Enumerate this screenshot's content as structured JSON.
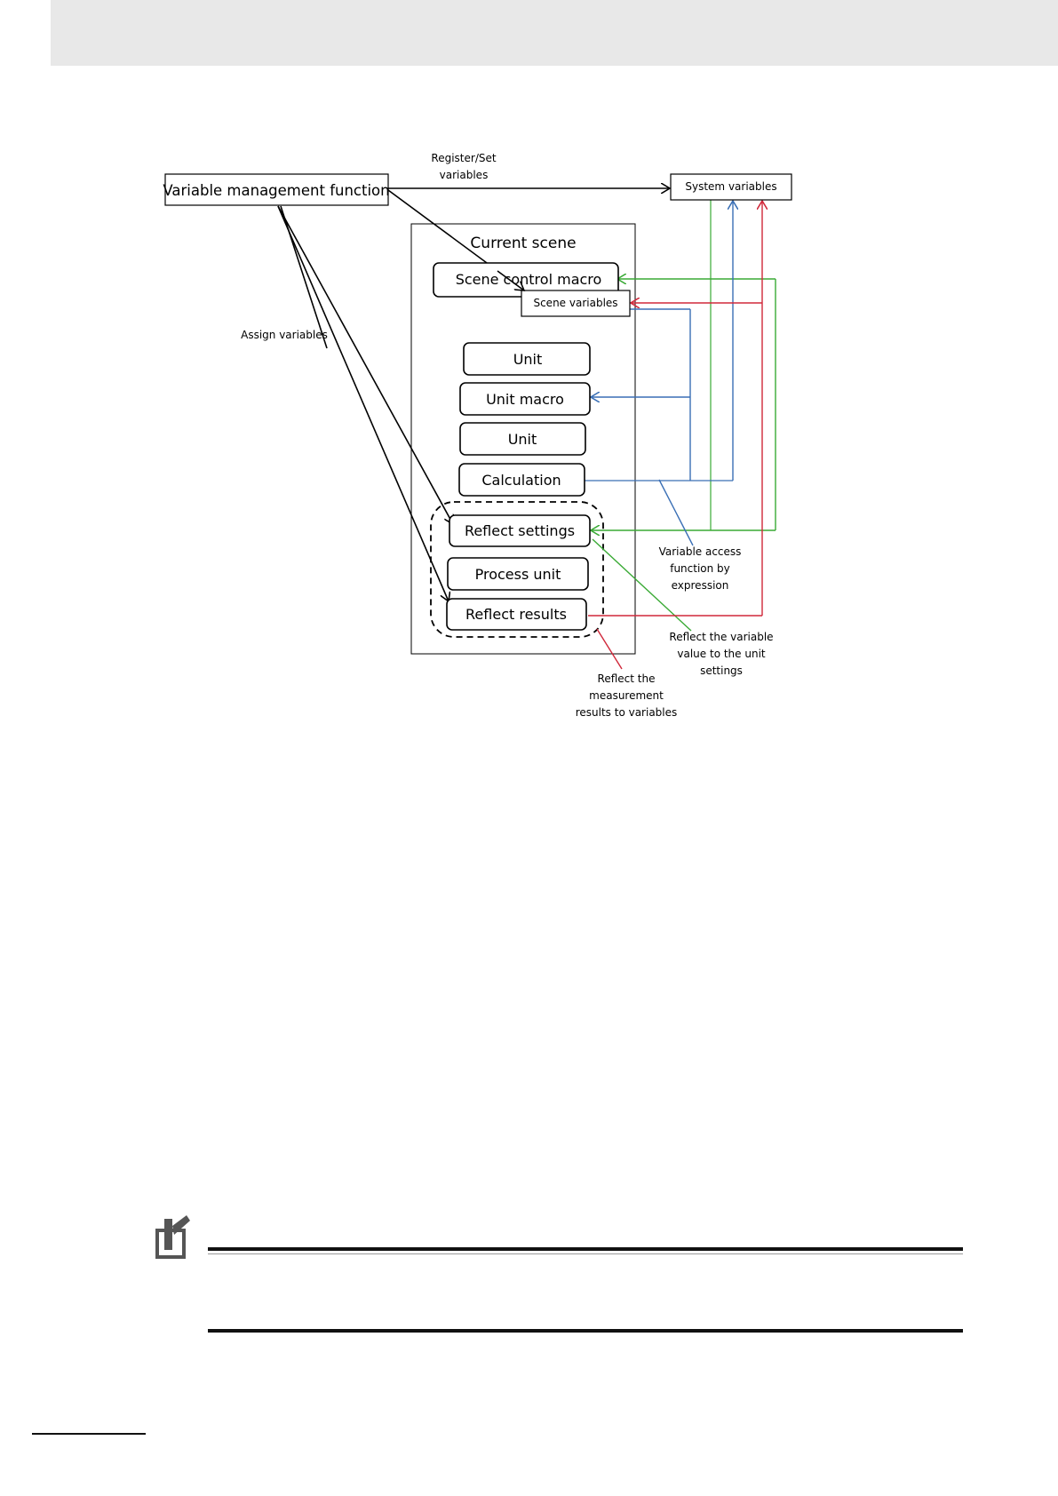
{
  "diagram": {
    "variable_management_function": "Variable management function",
    "system_variables": "System variables",
    "current_scene": "Current scene",
    "scene_control_macro": "Scene control macro",
    "scene_variables": "Scene variables",
    "unit_1": "Unit",
    "unit_macro": "Unit macro",
    "unit_2": "Unit",
    "calculation": "Calculation",
    "reflect_settings": "Reflect settings",
    "process_unit": "Process unit",
    "reflect_results": "Reflect results",
    "register_set_line1": "Register/Set",
    "register_set_line2": "variables",
    "assign_variables": "Assign variables",
    "variable_access_line1": "Variable access",
    "variable_access_line2": "function by",
    "variable_access_line3": "expression",
    "reflect_variable_line1": "Reflect the variable",
    "reflect_variable_line2": "value to the unit",
    "reflect_variable_line3": "settings",
    "reflect_measurement_line1": "Reflect the",
    "reflect_measurement_line2": "measurement",
    "reflect_measurement_line3": "results to variables"
  },
  "colors": {
    "green": "#3aaa35",
    "blue": "#3a6fb5",
    "red": "#d0283a"
  },
  "icons": {
    "precaution": "precaution-pencil-icon"
  }
}
